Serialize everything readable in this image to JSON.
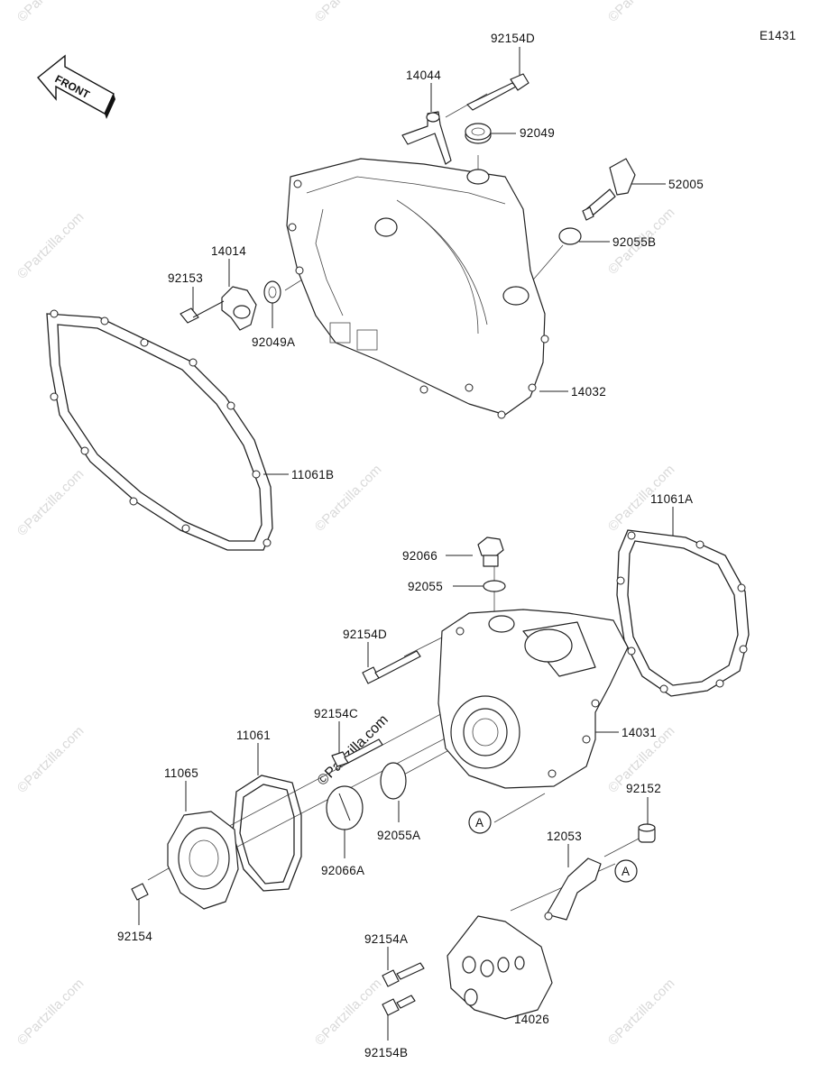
{
  "diagram_code": "E1431",
  "front_label": "FRONT",
  "parts": {
    "p92154D_top": "92154D",
    "p14044": "14044",
    "p92049": "92049",
    "p52005": "52005",
    "p92055B": "92055B",
    "p14014": "14014",
    "p92153": "92153",
    "p92049A": "92049A",
    "p14032": "14032",
    "p11061B": "11061B",
    "p11061A": "11061A",
    "p92066": "92066",
    "p92055": "92055",
    "p92154D_mid": "92154D",
    "p14031": "14031",
    "p92154C": "92154C",
    "p11061": "11061",
    "p11065": "11065",
    "p92055A": "92055A",
    "p92066A": "92066A",
    "p92152": "92152",
    "p12053": "12053",
    "p92154": "92154",
    "p92154A": "92154A",
    "p14026": "14026",
    "p92154B": "92154B"
  },
  "refs": {
    "a1": "A",
    "a2": "A"
  },
  "watermark": "©Partzilla.com"
}
